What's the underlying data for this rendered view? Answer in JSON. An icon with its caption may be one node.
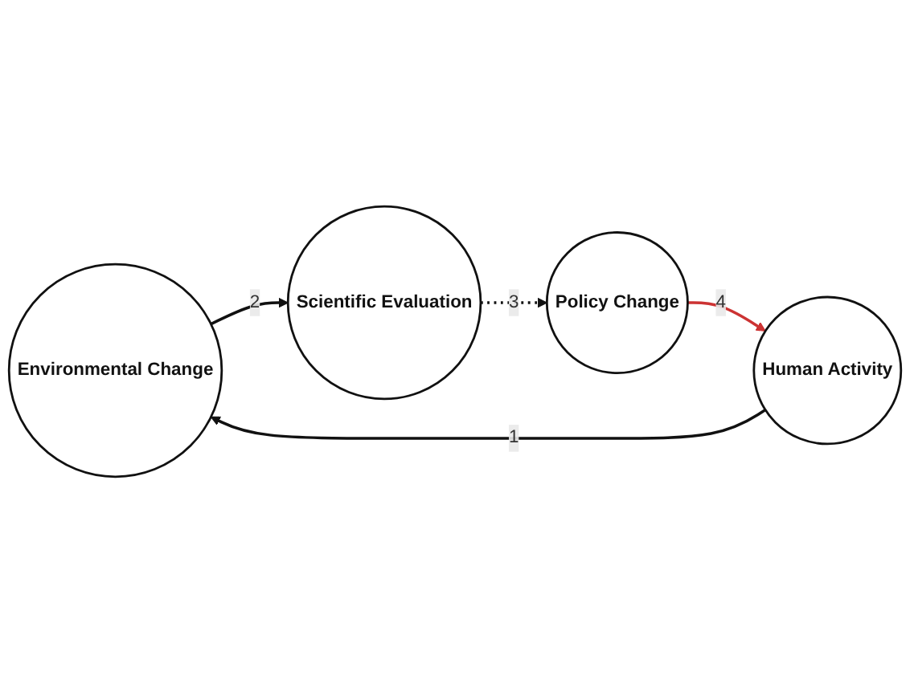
{
  "diagram": {
    "nodes": [
      {
        "text": [
          "Environmental Change"
        ]
      },
      {
        "text": [
          "Scientific Evaluation"
        ]
      },
      {
        "text": [
          "Policy Change"
        ]
      },
      {
        "text": [
          "Human Activity"
        ]
      }
    ],
    "edges": [
      {
        "from": 3,
        "to": 0,
        "arrow": "to",
        "label": "1"
      },
      {
        "from": 0,
        "to": 1,
        "arrow": "to",
        "label": "2"
      },
      {
        "from": 1,
        "to": 2,
        "arrow": "to",
        "label": "3",
        "style": "dashed"
      },
      {
        "from": 2,
        "to": 3,
        "arrow": "to",
        "label": "4",
        "color": "#cc3333"
      }
    ]
  }
}
